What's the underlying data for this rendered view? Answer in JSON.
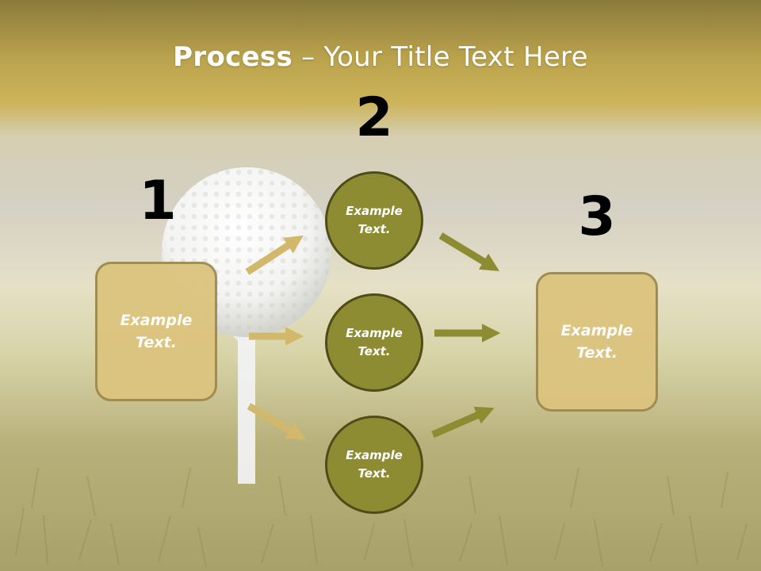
{
  "title": {
    "bold": "Process",
    "rest": " – Your Title Text Here"
  },
  "steps": [
    {
      "number": "1",
      "text": "Example\nText."
    },
    {
      "number": "2",
      "circles": [
        "Example\nText.",
        "Example\nText.",
        "Example\nText."
      ]
    },
    {
      "number": "3",
      "text": "Example\nText."
    }
  ],
  "colors": {
    "box_fill": "#dcc47e",
    "circle_fill": "#8d8c32",
    "arrow_light": "#d2b86a",
    "arrow_dark": "#8d8c32"
  }
}
